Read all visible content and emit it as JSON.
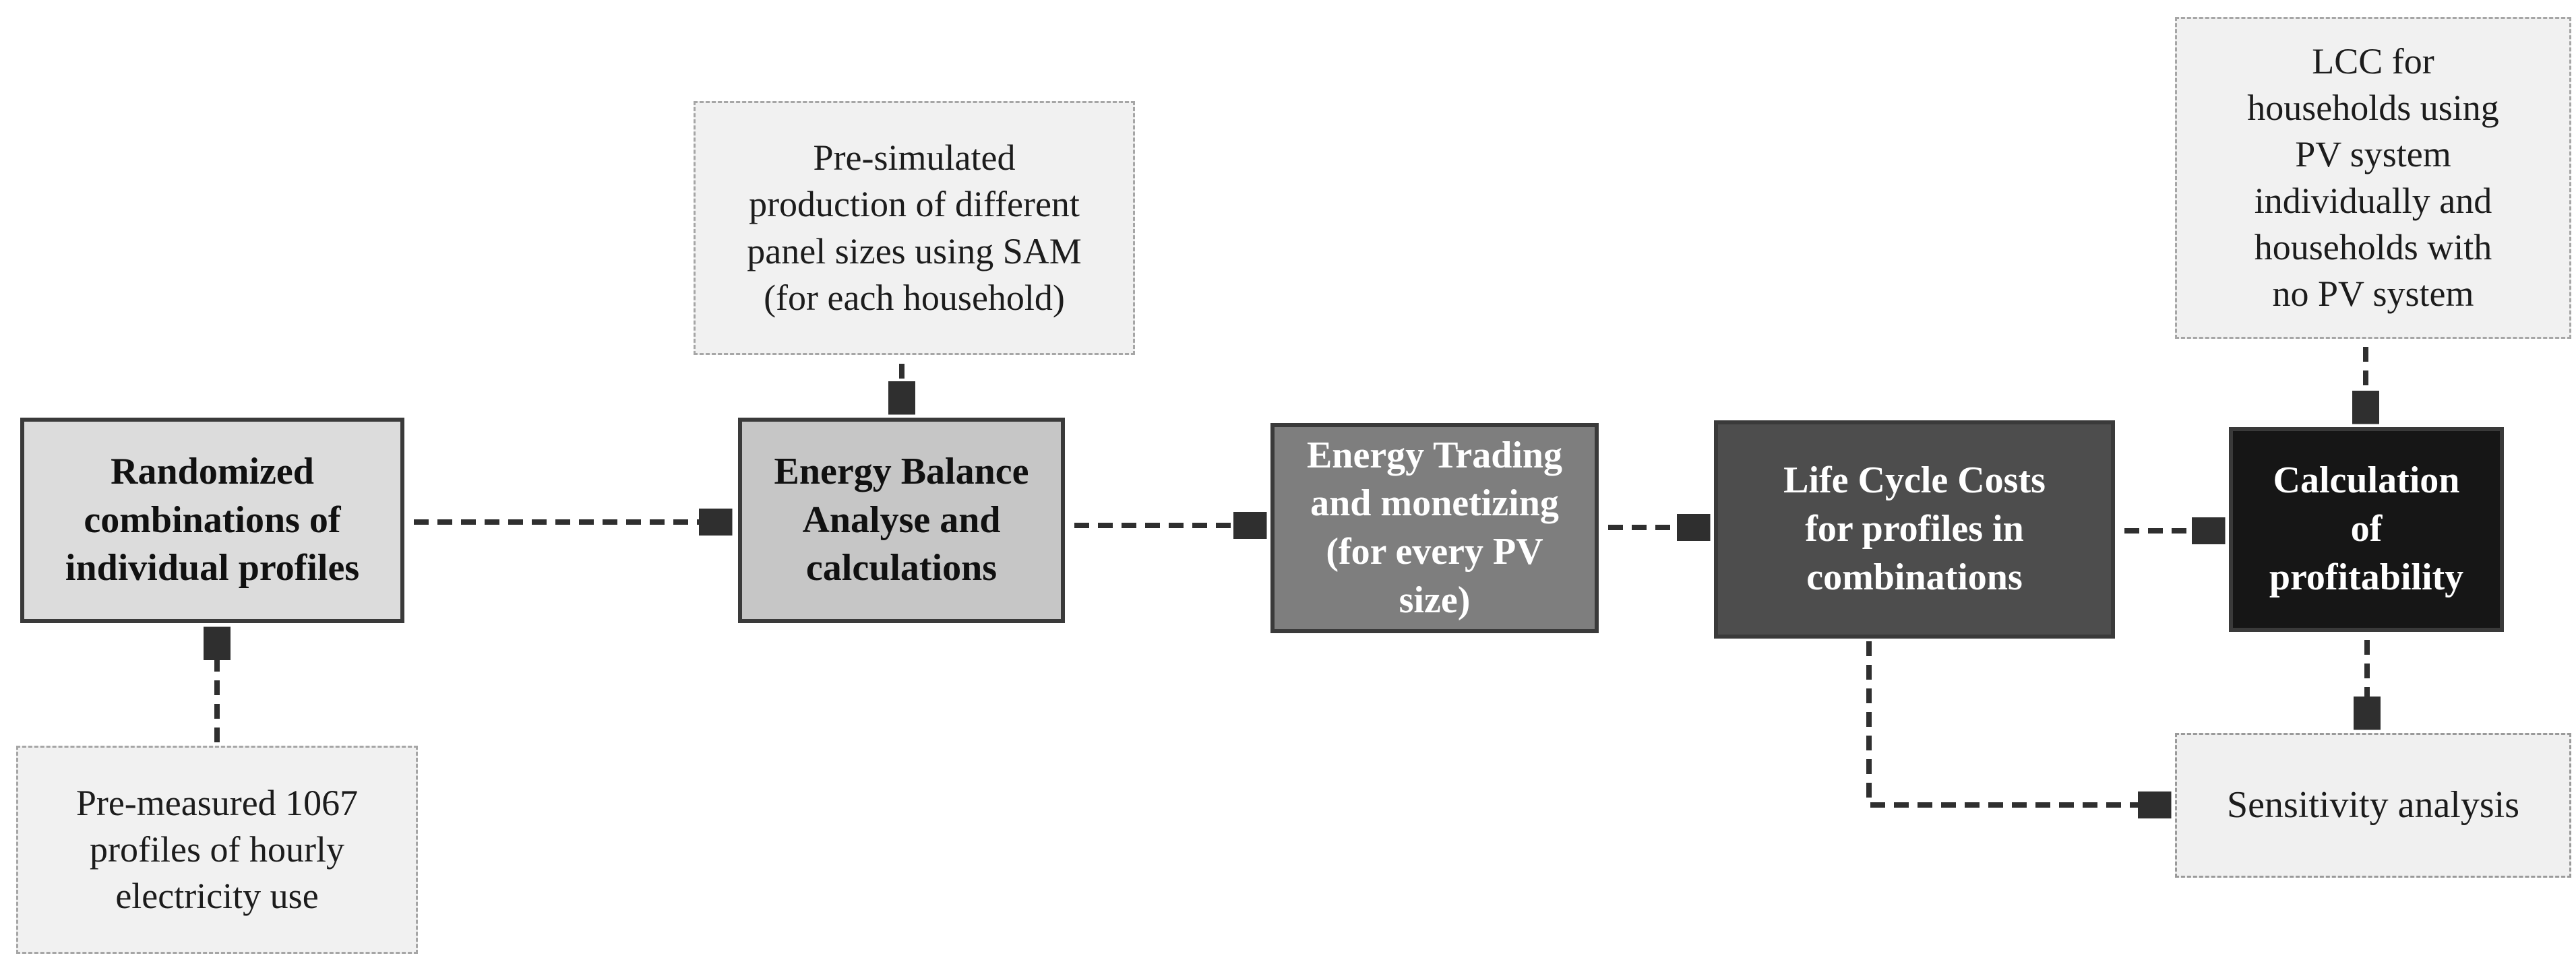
{
  "diagram": {
    "colors": {
      "background": "#ffffff",
      "arrow": "#2f2f2f",
      "arrowhead": "#3a3a3a",
      "solid_border": "#3a3a3a",
      "dashed_border": "#a6a6a6"
    },
    "nodes": [
      {
        "id": "premeasured",
        "kind": "input",
        "label": "Pre-measured 1067\nprofiles of hourly\nelectricity use",
        "fill": "#f1f1f1",
        "text_color": "#1c1c1c"
      },
      {
        "id": "randomized",
        "kind": "process",
        "label": "Randomized\ncombinations of\nindividual profiles",
        "fill": "#dcdcdc",
        "text_color": "#111111"
      },
      {
        "id": "presimulated",
        "kind": "input",
        "label": "Pre-simulated\nproduction of different\npanel sizes using SAM\n(for each household)",
        "fill": "#f1f1f1",
        "text_color": "#1c1c1c"
      },
      {
        "id": "energybalance",
        "kind": "process",
        "label": "Energy Balance\nAnalyse and\ncalculations",
        "fill": "#c6c6c6",
        "text_color": "#111111"
      },
      {
        "id": "energytrading",
        "kind": "process",
        "label": "Energy Trading\nand monetizing\n(for every PV\nsize)",
        "fill": "#7e7e7e",
        "text_color": "#ffffff"
      },
      {
        "id": "lifecycle",
        "kind": "process",
        "label": "Life Cycle Costs\nfor profiles in\ncombinations",
        "fill": "#4d4d4d",
        "text_color": "#ffffff"
      },
      {
        "id": "lcchouseholds",
        "kind": "input",
        "label": "LCC for\nhouseholds using\nPV system\nindividually and\nhouseholds with\nno PV system",
        "fill": "#f1f1f1",
        "text_color": "#1c1c1c"
      },
      {
        "id": "calculation",
        "kind": "process",
        "label": "Calculation\nof\nprofitability",
        "fill": "#161616",
        "text_color": "#ffffff"
      },
      {
        "id": "sensitivity",
        "kind": "output",
        "label": "Sensitivity analysis",
        "fill": "#f0f0f0",
        "text_color": "#1c1c1c"
      }
    ],
    "connections": [
      {
        "from": "premeasured",
        "to": "randomized",
        "route": "straight-up"
      },
      {
        "from": "randomized",
        "to": "energybalance",
        "route": "straight-right"
      },
      {
        "from": "presimulated",
        "to": "energybalance",
        "route": "straight-down"
      },
      {
        "from": "energybalance",
        "to": "energytrading",
        "route": "straight-right"
      },
      {
        "from": "energytrading",
        "to": "lifecycle",
        "route": "straight-right"
      },
      {
        "from": "lifecycle",
        "to": "calculation",
        "route": "straight-right"
      },
      {
        "from": "lcchouseholds",
        "to": "calculation",
        "route": "straight-down"
      },
      {
        "from": "calculation",
        "to": "sensitivity",
        "route": "straight-down"
      },
      {
        "from": "lifecycle",
        "to": "sensitivity",
        "route": "elbow-down-right"
      }
    ]
  }
}
